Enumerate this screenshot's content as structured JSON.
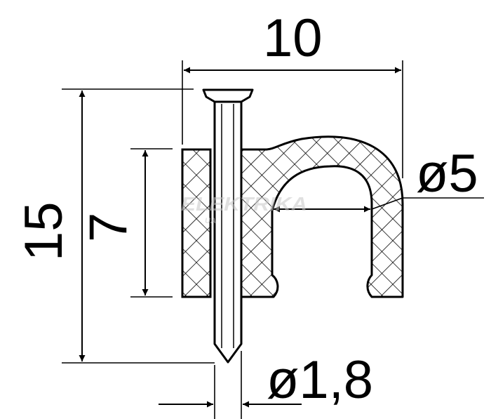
{
  "dimensions": {
    "width": "10",
    "height": "15",
    "inner_height": "7",
    "loop_diameter": "ø5",
    "nail_diameter": "ø1,8"
  },
  "watermark": {
    "brand": "ELEKTRIKA",
    "suffix": "UA"
  },
  "colors": {
    "line": "#000000",
    "background": "#ffffff",
    "hatch": "#000000"
  }
}
